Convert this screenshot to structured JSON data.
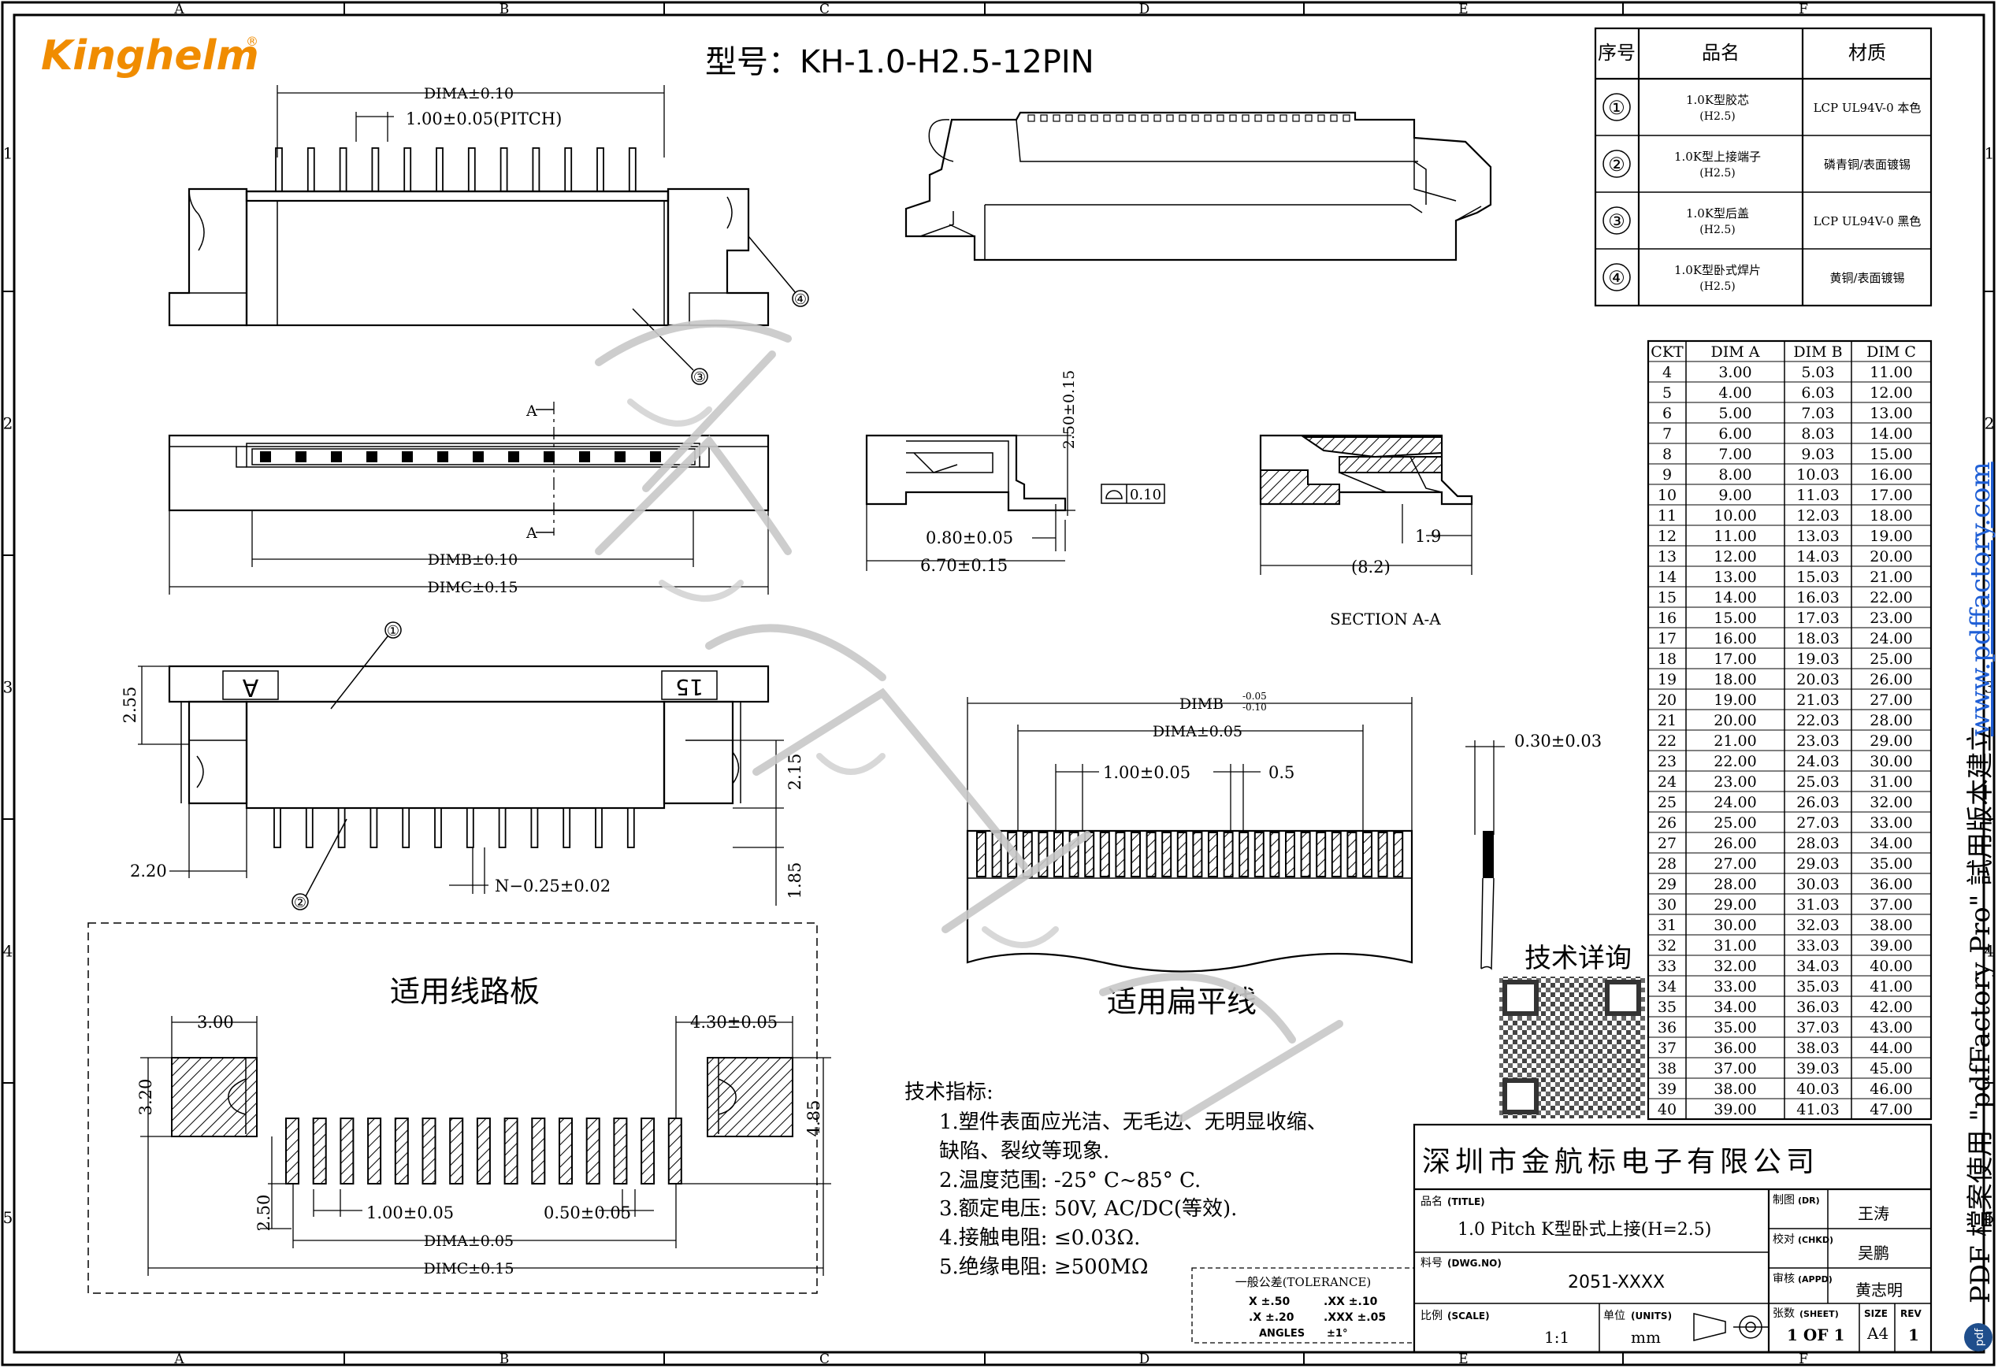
{
  "frame": {
    "columns": [
      "A",
      "B",
      "C",
      "D",
      "E",
      "F"
    ],
    "rows": [
      "1",
      "2",
      "3",
      "4",
      "5"
    ]
  },
  "brand": {
    "logo": "Kinghelm",
    "reg": "®"
  },
  "model_label": "型号：KH-1.0-H2.5-12PIN",
  "colors": {
    "logo": "#f08c00",
    "watermark": "#c8c8c8",
    "link": "#1f5fd6"
  },
  "top_view": {
    "dim_a": "DIMA±0.10",
    "pitch": "1.00±0.05(PITCH)",
    "balloon_4": "④",
    "balloon_3": "③"
  },
  "front_view": {
    "section_a_top": "A",
    "section_a_bottom": "A",
    "dim_b": "DIMB±0.10",
    "dim_c": "DIMC±0.15"
  },
  "side_view": {
    "height": "2.50±0.15",
    "flatness": "0.10",
    "pin_len": "0.80±0.05",
    "depth": "6.70±0.15"
  },
  "section_view": {
    "dim_1_9": "1.9",
    "dim_8_2": "(8.2)",
    "label": "SECTION A-A"
  },
  "bottom_view": {
    "balloon_1": "①",
    "balloon_2": "②",
    "mark_a": "A",
    "mark_15": "15",
    "dim_2_55": "2.55",
    "dim_2_15": "2.15",
    "dim_2_20": "2.20",
    "dim_1_85": "1.85",
    "dim_n": "N−0.25±0.02"
  },
  "pcb": {
    "title": "适用线路板",
    "dim_3_00": "3.00",
    "dim_4_30": "4.30±0.05",
    "dim_3_20": "3.20",
    "dim_4_85": "4.85",
    "dim_2_50": "2.50",
    "dim_pitch": "1.00±0.05",
    "dim_width": "0.50±0.05",
    "dim_a": "DIMA±0.05",
    "dim_c": "DIMC±0.15"
  },
  "ffc": {
    "title": "适用扁平线",
    "dim_b": "DIMB",
    "dim_b_tol_top": "-0.05",
    "dim_b_tol_bottom": "-0.10",
    "dim_a": "DIMA±0.05",
    "pitch": "1.00±0.05",
    "width": "0.5",
    "thickness": "0.30±0.03"
  },
  "specs": {
    "heading": "技术指标:",
    "lines": [
      "1.塑件表面应光洁、无毛边、无明显收缩、",
      "   缺陷、裂纹等现象.",
      "2.温度范围: -25° C~85° C.",
      "3.额定电压: 50V, AC/DC(等效).",
      "4.接触电阻: ≤0.03Ω.",
      "5.绝缘电阻: ≥500MΩ"
    ]
  },
  "parts": {
    "headers": [
      "序号",
      "品名",
      "材质"
    ],
    "rows": [
      {
        "no": "①",
        "name1": "1.0K型胶芯",
        "name2": "(H2.5)",
        "material": "LCP UL94V-0 本色"
      },
      {
        "no": "②",
        "name1": "1.0K型上接端子",
        "name2": "(H2.5)",
        "material": "磷青铜/表面镀锡"
      },
      {
        "no": "③",
        "name1": "1.0K型后盖",
        "name2": "(H2.5)",
        "material": "LCP UL94V-0 黑色"
      },
      {
        "no": "④",
        "name1": "1.0K型卧式焊片",
        "name2": "(H2.5)",
        "material": "黄铜/表面镀锡"
      }
    ]
  },
  "dims": {
    "headers": [
      "CKT",
      "DIM A",
      "DIM B",
      "DIM C"
    ],
    "rows": [
      [
        "4",
        "3.00",
        "5.03",
        "11.00"
      ],
      [
        "5",
        "4.00",
        "6.03",
        "12.00"
      ],
      [
        "6",
        "5.00",
        "7.03",
        "13.00"
      ],
      [
        "7",
        "6.00",
        "8.03",
        "14.00"
      ],
      [
        "8",
        "7.00",
        "9.03",
        "15.00"
      ],
      [
        "9",
        "8.00",
        "10.03",
        "16.00"
      ],
      [
        "10",
        "9.00",
        "11.03",
        "17.00"
      ],
      [
        "11",
        "10.00",
        "12.03",
        "18.00"
      ],
      [
        "12",
        "11.00",
        "13.03",
        "19.00"
      ],
      [
        "13",
        "12.00",
        "14.03",
        "20.00"
      ],
      [
        "14",
        "13.00",
        "15.03",
        "21.00"
      ],
      [
        "15",
        "14.00",
        "16.03",
        "22.00"
      ],
      [
        "16",
        "15.00",
        "17.03",
        "23.00"
      ],
      [
        "17",
        "16.00",
        "18.03",
        "24.00"
      ],
      [
        "18",
        "17.00",
        "19.03",
        "25.00"
      ],
      [
        "19",
        "18.00",
        "20.03",
        "26.00"
      ],
      [
        "20",
        "19.00",
        "21.03",
        "27.00"
      ],
      [
        "21",
        "20.00",
        "22.03",
        "28.00"
      ],
      [
        "22",
        "21.00",
        "23.03",
        "29.00"
      ],
      [
        "23",
        "22.00",
        "24.03",
        "30.00"
      ],
      [
        "24",
        "23.00",
        "25.03",
        "31.00"
      ],
      [
        "25",
        "24.00",
        "26.03",
        "32.00"
      ],
      [
        "26",
        "25.00",
        "27.03",
        "33.00"
      ],
      [
        "27",
        "26.00",
        "28.03",
        "34.00"
      ],
      [
        "28",
        "27.00",
        "29.03",
        "35.00"
      ],
      [
        "29",
        "28.00",
        "30.03",
        "36.00"
      ],
      [
        "30",
        "29.00",
        "31.03",
        "37.00"
      ],
      [
        "31",
        "30.00",
        "32.03",
        "38.00"
      ],
      [
        "32",
        "31.00",
        "33.03",
        "39.00"
      ],
      [
        "33",
        "32.00",
        "34.03",
        "40.00"
      ],
      [
        "34",
        "33.00",
        "35.03",
        "41.00"
      ],
      [
        "35",
        "34.00",
        "36.03",
        "42.00"
      ],
      [
        "36",
        "35.00",
        "37.03",
        "43.00"
      ],
      [
        "37",
        "36.00",
        "38.03",
        "44.00"
      ],
      [
        "38",
        "37.00",
        "39.03",
        "45.00"
      ],
      [
        "39",
        "38.00",
        "40.03",
        "46.00"
      ],
      [
        "40",
        "39.00",
        "41.03",
        "47.00"
      ]
    ]
  },
  "qr": {
    "label": "技术详询"
  },
  "title_block": {
    "company": "深圳市金航标电子有限公司",
    "title_label": "品名",
    "title_label_en": "(TITLE)",
    "title_value": "1.0 Pitch K型卧式上接(H=2.5)",
    "dwg_label": "料号",
    "dwg_label_en": "(DWG.NO)",
    "dwg_value": "2051-XXXX",
    "scale_label": "比例",
    "scale_label_en": "(SCALE)",
    "scale_value": "1:1",
    "units_label": "单位",
    "units_label_en": "(UNITS)",
    "units_value": "mm",
    "dr_label": "制图",
    "dr_label_en": "(DR)",
    "dr_value": "王涛",
    "chkd_label": "校对",
    "chkd_label_en": "(CHKD)",
    "chkd_value": "吴鹏",
    "appd_label": "审核",
    "appd_label_en": "(APPD)",
    "appd_value": "黄志明",
    "sheet_label": "张数",
    "sheet_label_en": "(SHEET)",
    "sheet_value": "1  OF  1",
    "size_label": "SIZE",
    "size_value": "A4",
    "rev_label": "REV",
    "rev_value": "1"
  },
  "tolerance": {
    "title": "一般公差(TOLERANCE)",
    "x": "X  ±.50",
    "xx": ".XX  ±.10",
    "x1": ".X  ±.20",
    "xxx": ".XXX  ±.05",
    "angles": "ANGLES",
    "angles_val": "±1°"
  },
  "watermark": "PDF 檔案使用 \"pdfFactory Pro\" 試用版本建立",
  "watermark_url": "www.pdffactory.com",
  "watermark_badge": "pdf"
}
